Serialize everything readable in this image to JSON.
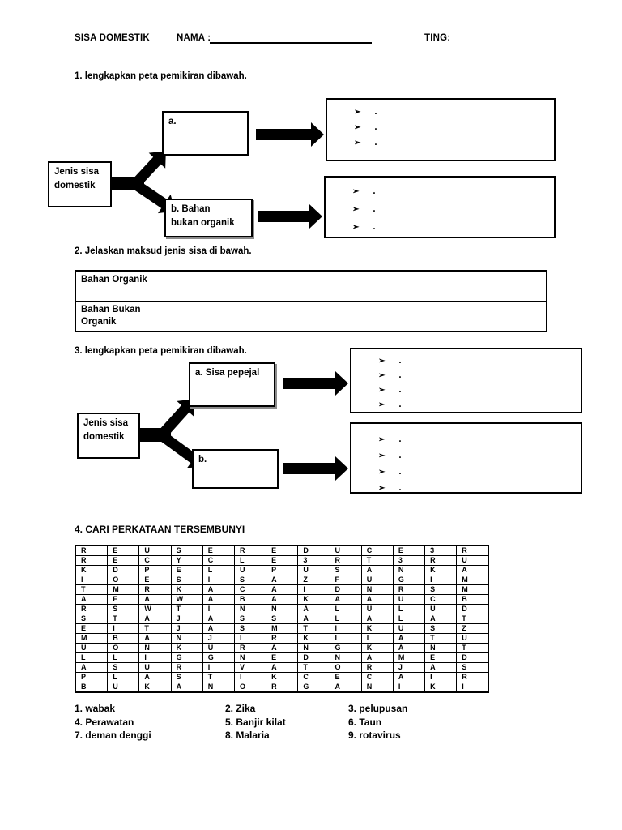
{
  "header": {
    "title": "SISA DOMESTIK",
    "name_label": "NAMA :",
    "ting_label": "TING:"
  },
  "bullet_glyph": "➢",
  "q1": {
    "label": "1. lengkapkan peta pemikiran dibawah.",
    "root_line1": "Jenis sisa",
    "root_line2": "domestik",
    "branch_a": "a.",
    "branch_b_line1": "b. Bahan",
    "branch_b_line2": "bukan organik",
    "bullets_a": [
      ".",
      ".",
      "."
    ],
    "bullets_b": [
      ".",
      ".",
      "."
    ]
  },
  "q2": {
    "label": "2. Jelaskan maksud jenis sisa di bawah.",
    "rows": [
      {
        "term": "Bahan Organik",
        "definition": ""
      },
      {
        "term": "Bahan Bukan Organik",
        "definition": ""
      }
    ]
  },
  "q3": {
    "label": "3. lengkapkan peta pemikiran dibawah.",
    "root_line1": "Jenis sisa",
    "root_line2": "domestik",
    "branch_a": "a. Sisa pepejal",
    "branch_b": "b.",
    "bullets_a": [
      ".",
      ".",
      ".",
      "."
    ],
    "bullets_b": [
      ".",
      ".",
      ".",
      "."
    ]
  },
  "q4": {
    "label": "4. CARI PERKATAAN TERSEMBUNYI",
    "grid": [
      "REUSEREDUCE3R",
      "RECYCLE3RT3RU",
      "KDPELUPUSANKA",
      "IOESISAZFUGIM",
      "TMRKACAIDNRSM",
      "AEAWABAKAAUCB",
      "RSWTINNALULUD",
      "STAJASSALALAT",
      "EITJASMTIKUSZ",
      "MBANJIRKILATU",
      "UONKURANGKANT",
      "LLIGGNEDNAMED",
      "ASURIVATORJAS",
      "PLASTIKCECAIR",
      "BUKANORGANIKI"
    ],
    "answers": [
      "1. wabak",
      "2. Zika",
      "3. pelupusan",
      "4. Perawatan",
      "5. Banjir kilat",
      "6. Taun",
      "7. deman denggi",
      "8. Malaria",
      "9. rotavirus"
    ]
  }
}
